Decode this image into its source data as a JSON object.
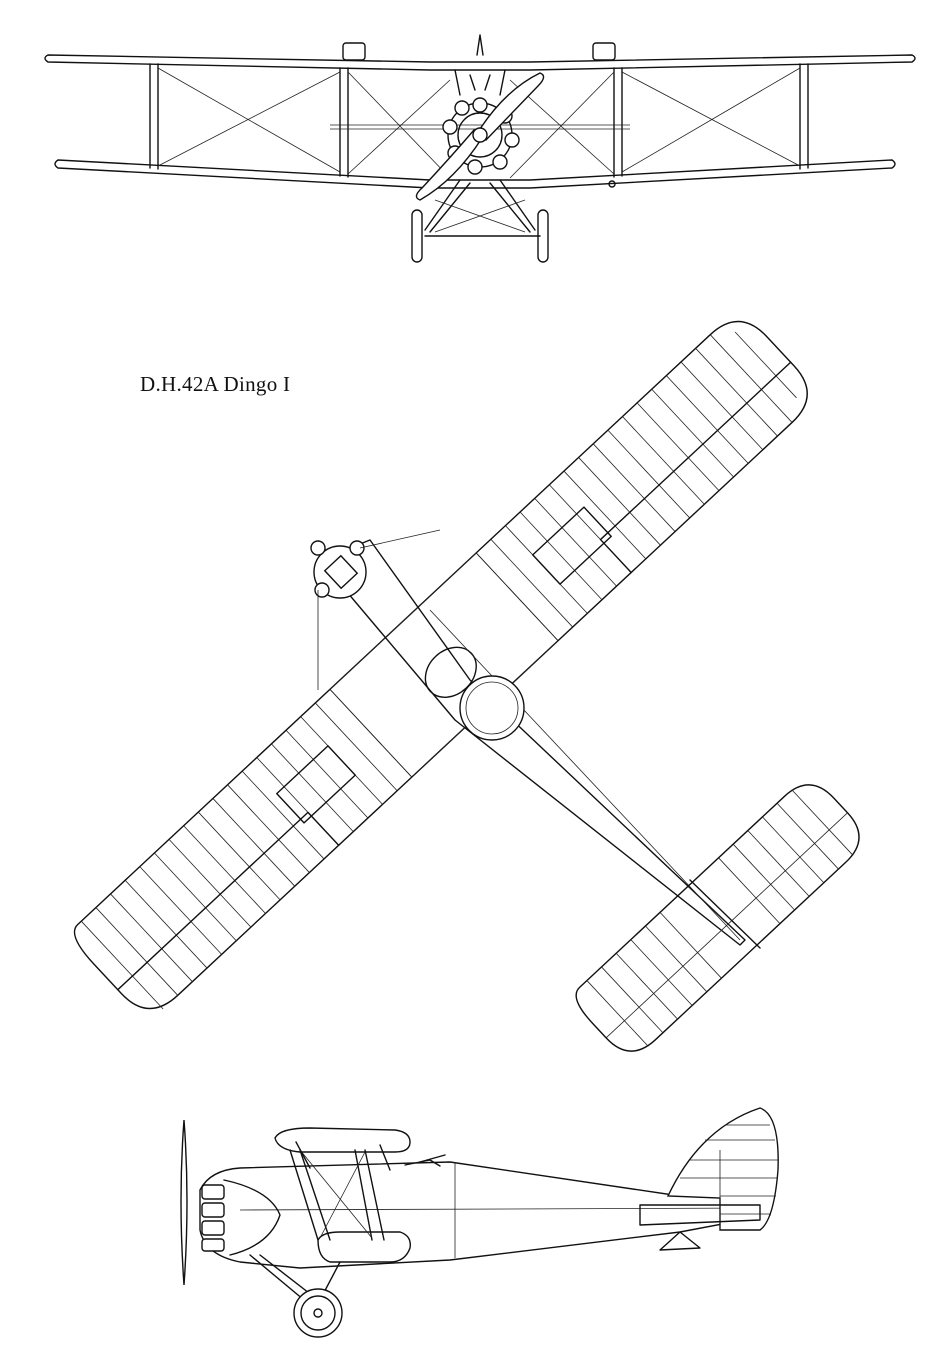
{
  "title": "D.H.42A Dingo I",
  "views": [
    "front-view",
    "plan-view",
    "side-view"
  ],
  "colors": {
    "line": "#111111",
    "background": "#ffffff"
  }
}
